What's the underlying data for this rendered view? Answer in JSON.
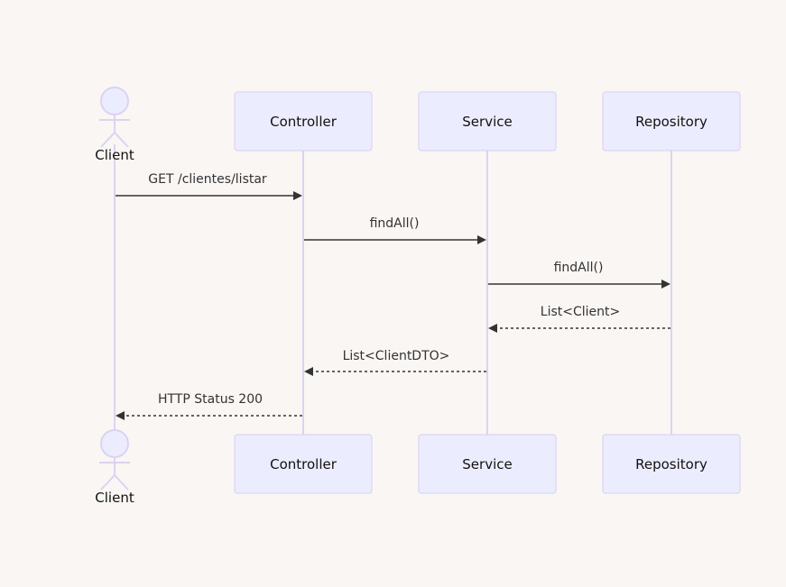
{
  "diagram": {
    "participants": [
      {
        "id": "client",
        "label": "Client",
        "kind": "actor"
      },
      {
        "id": "controller",
        "label": "Controller",
        "kind": "box"
      },
      {
        "id": "service",
        "label": "Service",
        "kind": "box"
      },
      {
        "id": "repository",
        "label": "Repository",
        "kind": "box"
      }
    ],
    "messages": [
      {
        "from": "client",
        "to": "controller",
        "label": "GET /clientes/listar",
        "style": "solid"
      },
      {
        "from": "controller",
        "to": "service",
        "label": "findAll()",
        "style": "solid"
      },
      {
        "from": "service",
        "to": "repository",
        "label": "findAll()",
        "style": "solid"
      },
      {
        "from": "repository",
        "to": "service",
        "label": "List<Client>",
        "style": "dashed"
      },
      {
        "from": "service",
        "to": "controller",
        "label": "List<ClientDTO>",
        "style": "dashed"
      },
      {
        "from": "controller",
        "to": "client",
        "label": "HTTP Status 200",
        "style": "dashed"
      }
    ]
  }
}
